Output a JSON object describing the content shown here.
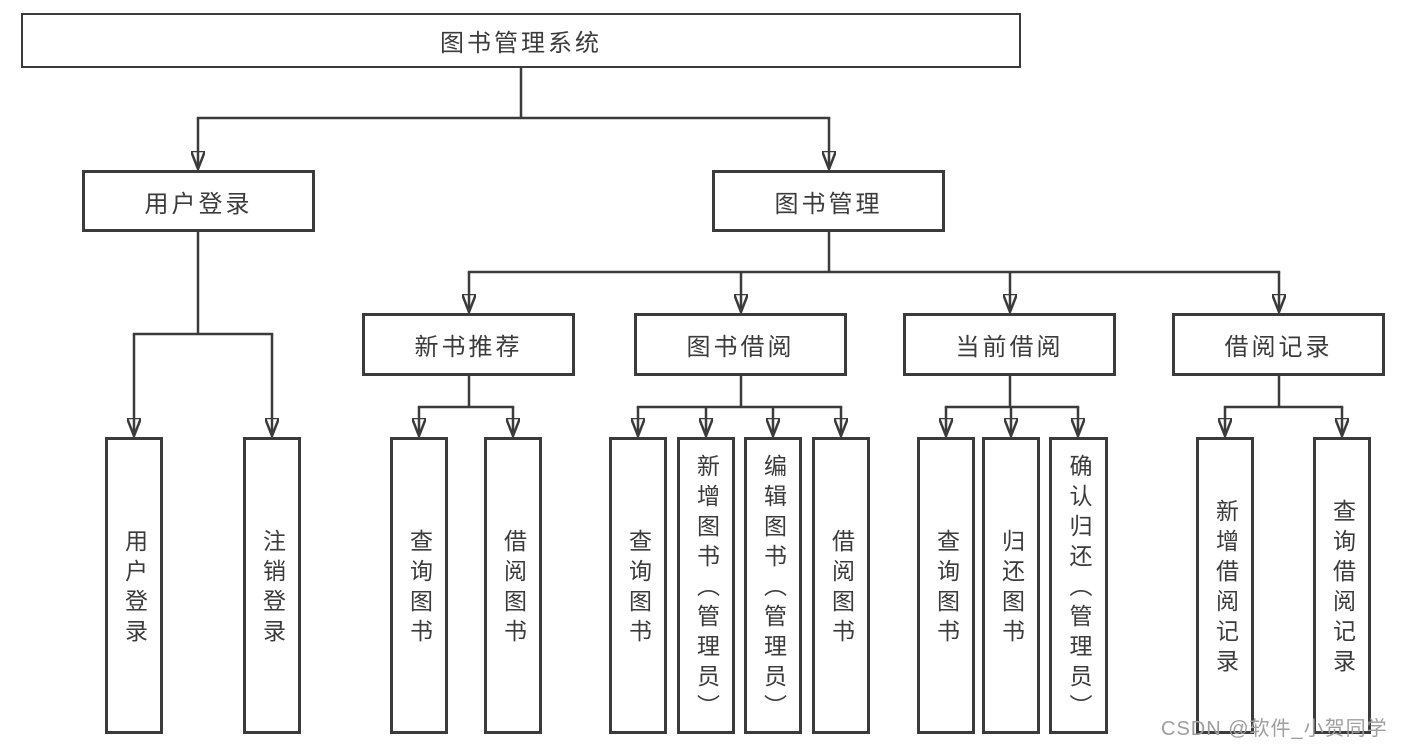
{
  "title": "图书管理系统",
  "watermark": "CSDN @软件_小贺同学",
  "colors": {
    "line": "#3b3b3b",
    "box_border": "#3b3b3b",
    "text": "#3b3b3b",
    "background": "#ffffff",
    "watermark": "#9e9e9e"
  },
  "tree": {
    "root": {
      "label": "图书管理系统",
      "children": [
        {
          "label": "用户登录",
          "children": [
            {
              "label": "用户登录"
            },
            {
              "label": "注销登录"
            }
          ]
        },
        {
          "label": "图书管理",
          "children": [
            {
              "label": "新书推荐",
              "children": [
                {
                  "label": "查询图书"
                },
                {
                  "label": "借阅图书"
                }
              ]
            },
            {
              "label": "图书借阅",
              "children": [
                {
                  "label": "查询图书"
                },
                {
                  "label": "新增图书（管理员）"
                },
                {
                  "label": "编辑图书（管理员）"
                },
                {
                  "label": "借阅图书"
                }
              ]
            },
            {
              "label": "当前借阅",
              "children": [
                {
                  "label": "查询图书"
                },
                {
                  "label": "归还图书"
                },
                {
                  "label": "确认归还（管理员）"
                }
              ]
            },
            {
              "label": "借阅记录",
              "children": [
                {
                  "label": "新增借阅记录"
                },
                {
                  "label": "查询借阅记录"
                }
              ]
            }
          ]
        }
      ]
    }
  }
}
